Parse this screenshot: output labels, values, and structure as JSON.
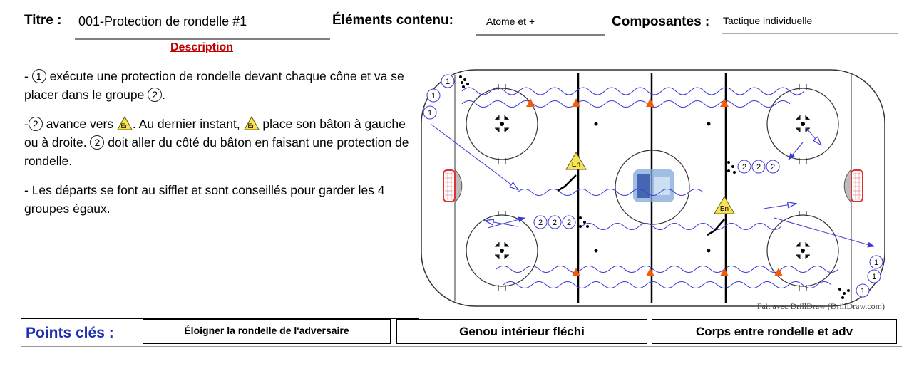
{
  "header": {
    "title_label": "Titre :",
    "title_value": "001-Protection de rondelle #1",
    "elements_label": "Éléments contenu:",
    "elements_value": "Atome et +",
    "components_label": "Composantes :",
    "components_value": "Tactique individuelle"
  },
  "description": {
    "heading": "Description",
    "p1_a": "- ",
    "p1_num": "1",
    "p1_b": " exécute une protection de rondelle devant chaque cône et va se placer dans le groupe ",
    "p1_num2": "2",
    "p1_c": ".",
    "p2_a": "-",
    "p2_num": "2",
    "p2_b": " avance vers ",
    "p2_c": ". Au dernier instant, ",
    "p2_d": " place son bâton à gauche ou à droite. ",
    "p2_num2": "2",
    "p2_e": " doit aller du côté du bâton en faisant une protection de rondelle.",
    "p3": "- Les départs se font au sifflet et sont conseillés pour garder les 4 groupes égaux.",
    "cone_label": "En"
  },
  "diagram": {
    "watermark": "Fait avec DrillDraw (DrillDraw.com)",
    "player_one": "1",
    "player_two": "2",
    "cone_label": "En",
    "colors": {
      "ice_line": "#000000",
      "path": "#3b3bd6",
      "cone": "#f35b04",
      "net": "#e03030",
      "crease": "#bcbcbc"
    }
  },
  "key_points": {
    "label": "Points clés :",
    "items": [
      "Éloigner la rondelle de l'adversaire",
      "Genou intérieur fléchi",
      "Corps entre rondelle et adv"
    ]
  }
}
